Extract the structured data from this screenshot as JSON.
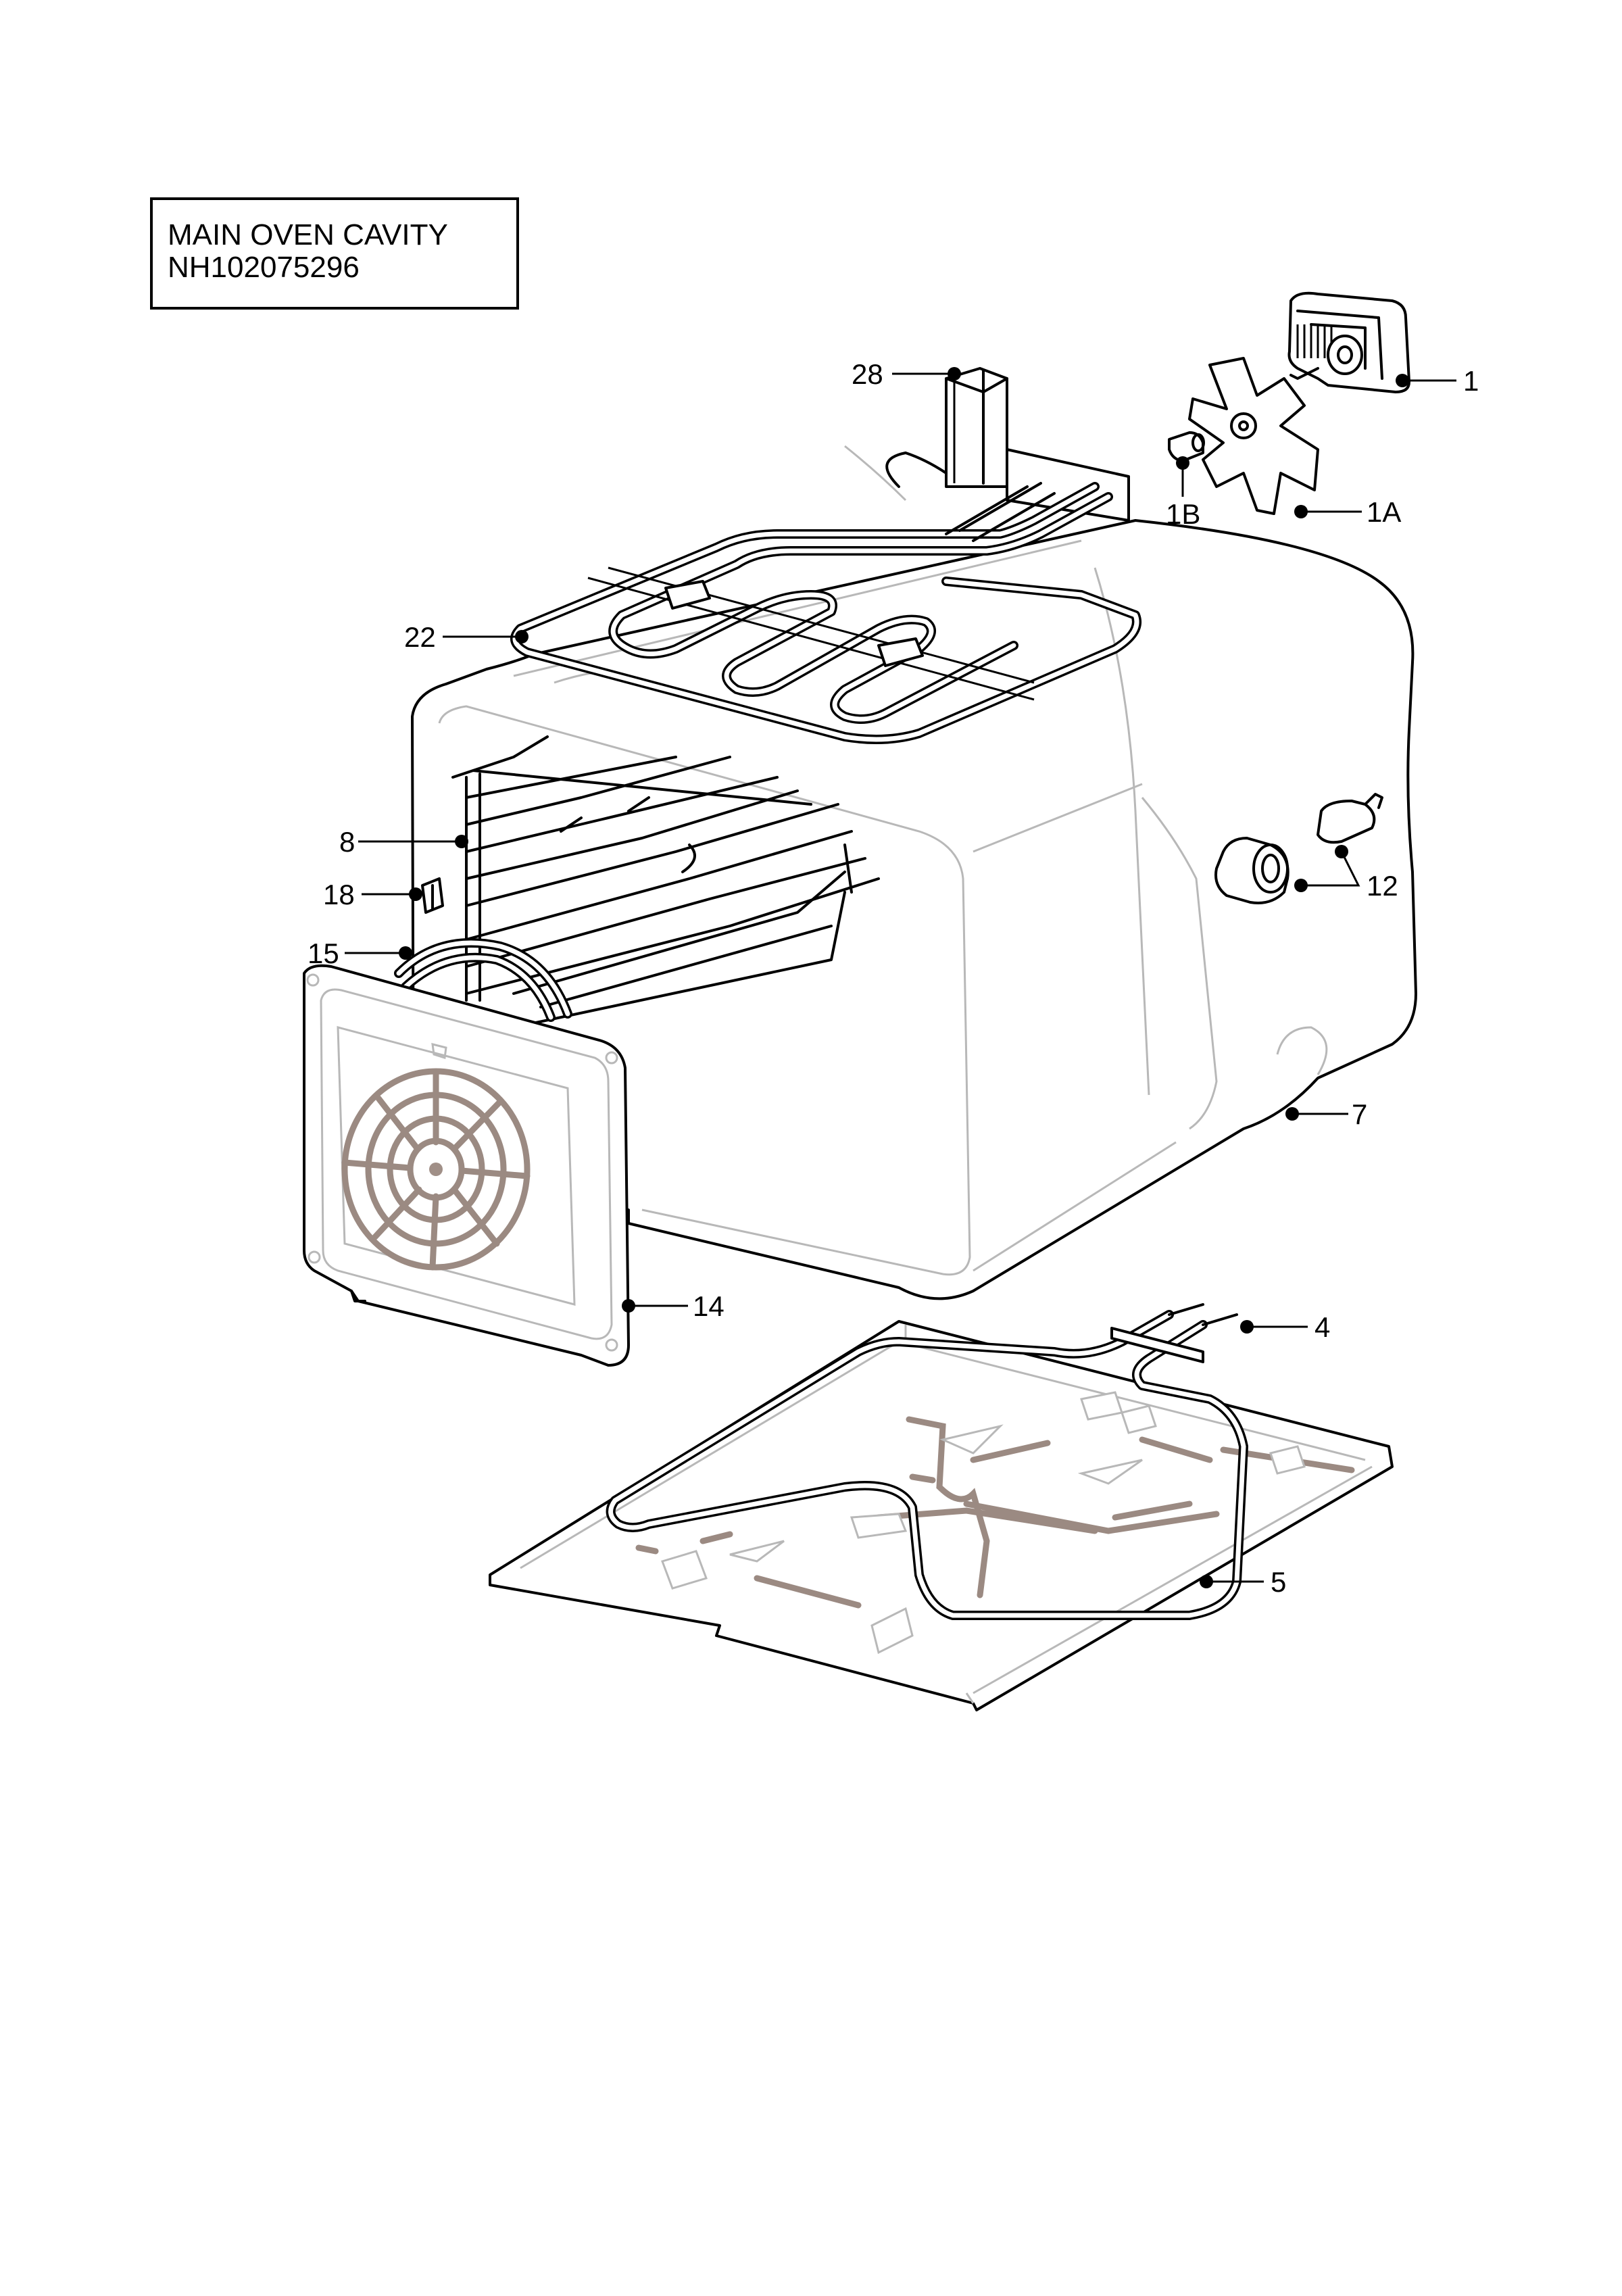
{
  "title": {
    "line1": "MAIN OVEN CAVITY",
    "line2": "NH102075296"
  },
  "parts": [
    {
      "id": "p1",
      "label": "1",
      "component": "fan-motor"
    },
    {
      "id": "p1a",
      "label": "1A",
      "component": "fan-blade"
    },
    {
      "id": "p1b",
      "label": "1B",
      "component": "fan-nut"
    },
    {
      "id": "p28",
      "label": "28",
      "component": "rear-bracket"
    },
    {
      "id": "p22",
      "label": "22",
      "component": "grill-element"
    },
    {
      "id": "p8",
      "label": "8",
      "component": "shelf-runner"
    },
    {
      "id": "p18",
      "label": "18",
      "component": "clip"
    },
    {
      "id": "p15",
      "label": "15",
      "component": "fan-element"
    },
    {
      "id": "p12",
      "label": "12",
      "component": "oven-lamp"
    },
    {
      "id": "p7",
      "label": "7",
      "component": "oven-cavity"
    },
    {
      "id": "p14",
      "label": "14",
      "component": "fan-cover"
    },
    {
      "id": "p4",
      "label": "4",
      "component": "base-element"
    },
    {
      "id": "p5",
      "label": "5",
      "component": "base-plate"
    }
  ]
}
